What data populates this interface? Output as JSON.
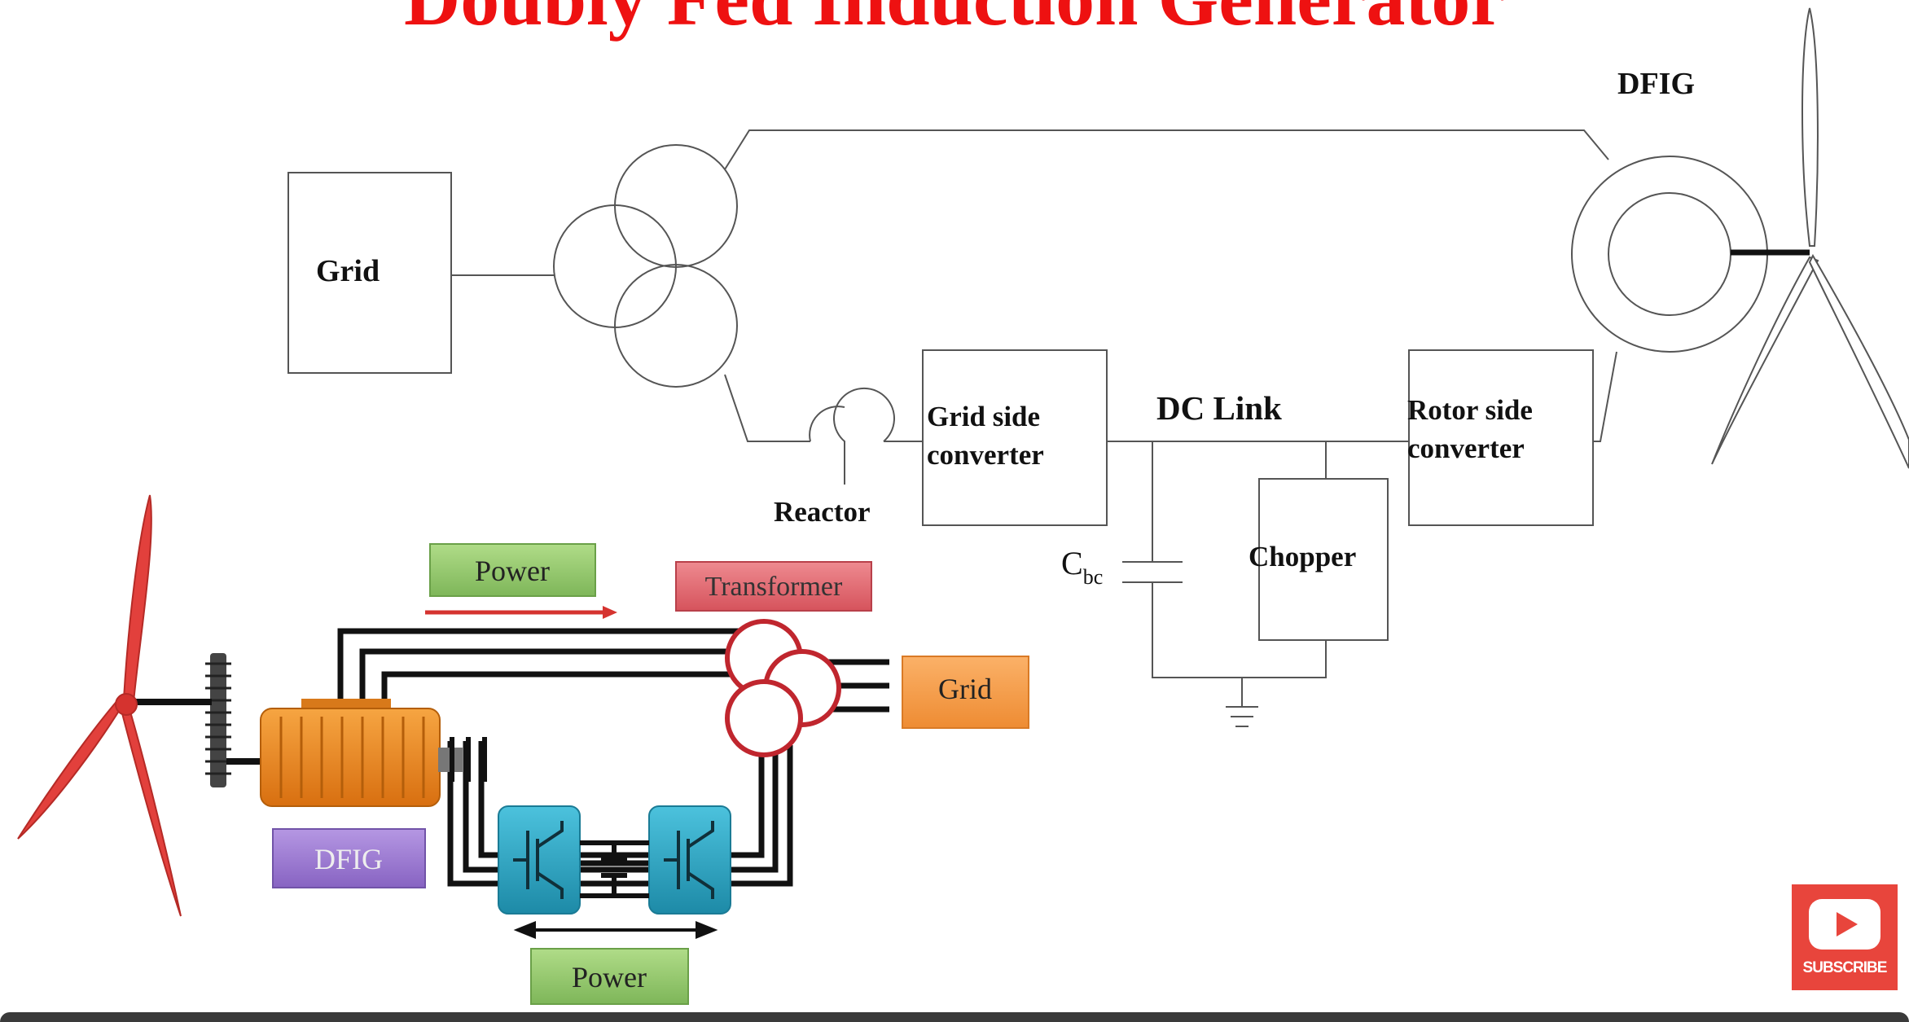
{
  "title": "Doubly Fed Induction Generator",
  "schematic": {
    "grid_label": "Grid",
    "dfig_label": "DFIG",
    "grid_side_converter_line1": "Grid side",
    "grid_side_converter_line2": "converter",
    "dc_link_label": "DC Link",
    "rotor_side_converter_line1": "Rotor side",
    "rotor_side_converter_line2": "converter",
    "reactor_label": "Reactor",
    "capacitor_label": "C",
    "capacitor_subscript": "bc",
    "chopper_label": "Chopper"
  },
  "pictorial": {
    "power_top_label": "Power",
    "transformer_label": "Transformer",
    "grid_label": "Grid",
    "dfig_label": "DFIG",
    "power_bottom_label": "Power"
  },
  "subscribe_label": "SUBSCRIBE",
  "colors": {
    "title": "#ee1111",
    "power_box": "#8dc36a",
    "transformer_box": "#e0666e",
    "grid_box": "#f39a4a",
    "dfig_box": "#9b77cf",
    "converter": "#2ea7c4",
    "blade": "#e2403c",
    "generator": "#f08a20",
    "subscribe": "#e8453c"
  }
}
